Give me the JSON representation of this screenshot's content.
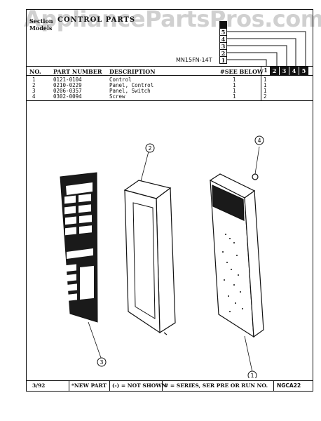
{
  "watermark": "AppliancePartsPros.com",
  "title": {
    "section_label": "Section",
    "section_name": "CONTROL PARTS",
    "models_label": "Models"
  },
  "model_number": "MN15FN-14T",
  "table": {
    "headers": {
      "no": "NO.",
      "part_number": "PART NUMBER",
      "description": "DESCRIPTION",
      "see_below": "#SEE BELOW"
    },
    "series_columns": [
      "1",
      "2",
      "3",
      "4",
      "5"
    ],
    "rows": [
      {
        "no": "1",
        "part_number": "0121-0104",
        "description": "Control",
        "qty": "1",
        "s1": "1"
      },
      {
        "no": "2",
        "part_number": "0210-0229",
        "description": "Panel, Control",
        "qty": "1",
        "s1": "1"
      },
      {
        "no": "3",
        "part_number": "0206-0357",
        "description": "Panel, Switch",
        "qty": "1",
        "s1": "1"
      },
      {
        "no": "4",
        "part_number": "0302-0094",
        "description": "Screw",
        "qty": "1",
        "s1": "2"
      }
    ]
  },
  "callouts": [
    "1",
    "2",
    "3",
    "4"
  ],
  "footer": {
    "date": "3/92",
    "new_part": "*NEW PART",
    "not_shown": "(-) = NOT SHOWN",
    "series": "# = SERIES, SER PRE OR RUN NO.",
    "code": "NGCA22"
  }
}
